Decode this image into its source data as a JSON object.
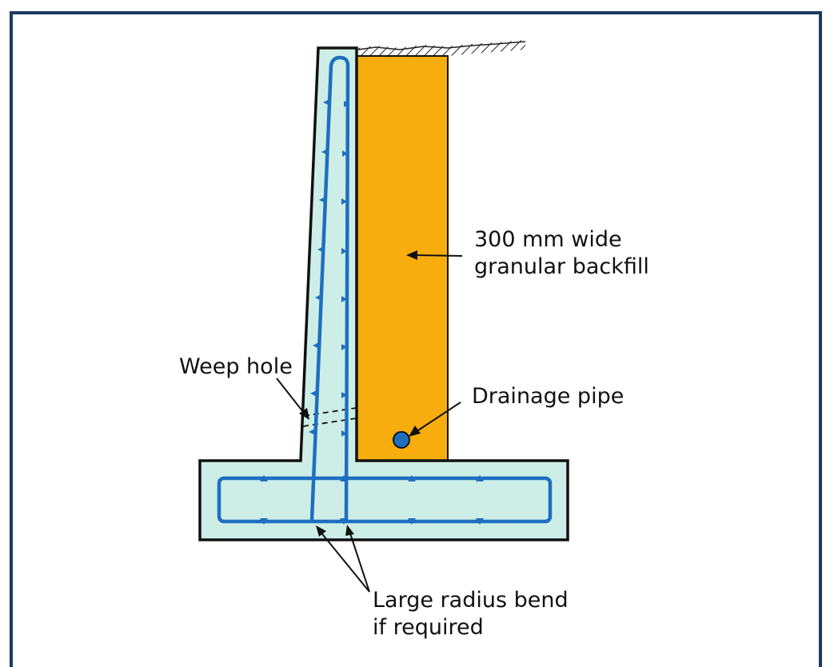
{
  "labels": {
    "backfill_line1": "300 mm wide",
    "backfill_line2": "granular backfill",
    "drainage": "Drainage pipe",
    "weep": "Weep hole",
    "bend_line1": "Large radius bend",
    "bend_line2": "if required"
  },
  "colors": {
    "concrete": "#cdeee6",
    "backfill": "#f7ad0d",
    "rebar": "#1f6fc0",
    "frame": "#1f3a5f",
    "outline": "#111111"
  }
}
